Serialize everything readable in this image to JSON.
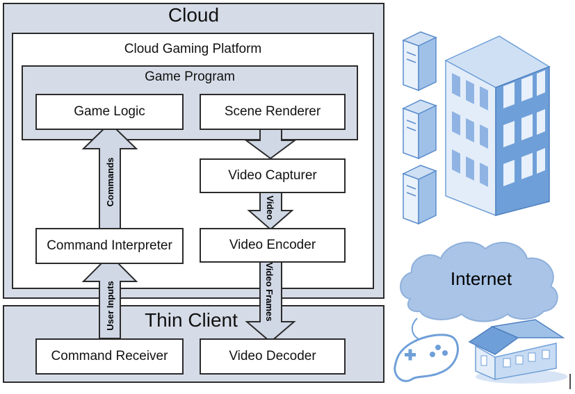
{
  "cloud": {
    "title": "Cloud"
  },
  "platform": {
    "title": "Cloud Gaming Platform"
  },
  "game_program": {
    "title": "Game Program"
  },
  "components": {
    "game_logic": "Game Logic",
    "scene_renderer": "Scene Renderer",
    "video_capturer": "Video Capturer",
    "command_interpreter": "Command Interpreter",
    "video_encoder": "Video Encoder",
    "command_receiver": "Command Receiver",
    "video_decoder": "Video Decoder"
  },
  "thin_client": {
    "title": "Thin Client"
  },
  "arrows": {
    "commands": "Commands",
    "video": "Video",
    "video_frames": "Video Frames",
    "user_inputs": "User Inputs"
  },
  "illustration": {
    "internet": "Internet"
  },
  "colors": {
    "region_fill": "#d6dce7",
    "arrow_fill": "#d0d8e6",
    "border": "#2b2b2b",
    "building": "#6f9fd8",
    "cloud": "#a9c4e6"
  }
}
